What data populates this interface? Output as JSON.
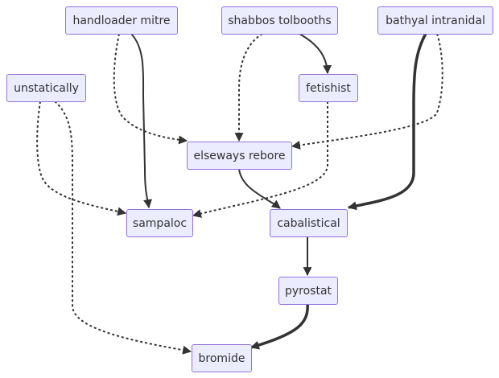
{
  "diagram": {
    "type": "flowchart",
    "nodes": {
      "handloader": "handloader mitre",
      "shabbos": "shabbos tolbooths",
      "bathyal": "bathyal intranidal",
      "unstatically": "unstatically",
      "fetishist": "fetishist",
      "elseways": "elseways rebore",
      "sampaloc": "sampaloc",
      "cabalistical": "cabalistical",
      "pyrostat": "pyrostat",
      "bromide": "bromide"
    },
    "edges": [
      {
        "from": "handloader",
        "to": "elseways",
        "style": "dotted"
      },
      {
        "from": "handloader",
        "to": "sampaloc",
        "style": "solid"
      },
      {
        "from": "shabbos",
        "to": "elseways",
        "style": "dotted"
      },
      {
        "from": "shabbos",
        "to": "fetishist",
        "style": "solid"
      },
      {
        "from": "bathyal",
        "to": "cabalistical",
        "style": "thick"
      },
      {
        "from": "bathyal",
        "to": "elseways",
        "style": "dotted"
      },
      {
        "from": "unstatically",
        "to": "sampaloc",
        "style": "dotted"
      },
      {
        "from": "unstatically",
        "to": "bromide",
        "style": "dotted"
      },
      {
        "from": "fetishist",
        "to": "sampaloc",
        "style": "dotted"
      },
      {
        "from": "elseways",
        "to": "cabalistical",
        "style": "solid"
      },
      {
        "from": "cabalistical",
        "to": "pyrostat",
        "style": "solid"
      },
      {
        "from": "pyrostat",
        "to": "bromide",
        "style": "thick"
      }
    ],
    "colors": {
      "node_fill": "#ECECFF",
      "node_border": "#9370DB",
      "edge": "#333333",
      "text": "#333333"
    }
  }
}
